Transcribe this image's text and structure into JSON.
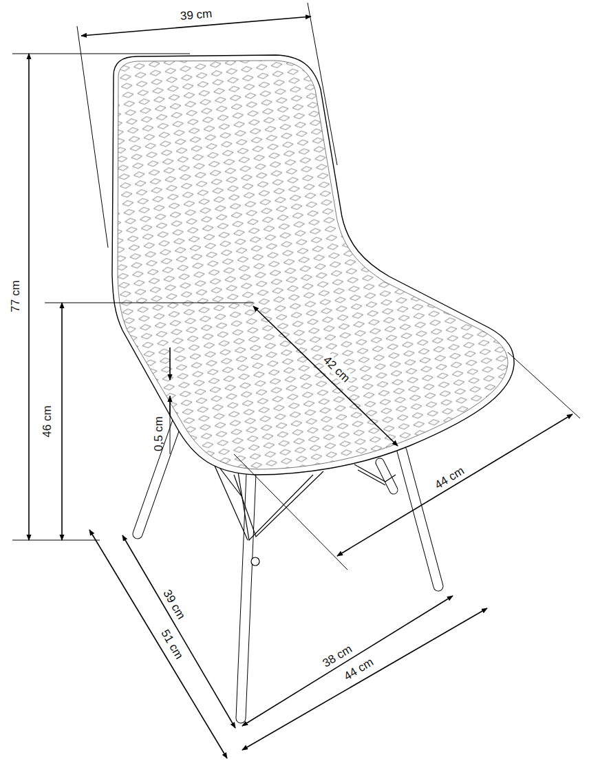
{
  "diagram": {
    "labels": [
      "39 cm",
      "77 cm",
      "46 cm",
      "42 cm",
      "0,5 cm",
      "44 cm",
      "39 cm",
      "51 cm",
      "38 cm",
      "44 cm"
    ]
  }
}
